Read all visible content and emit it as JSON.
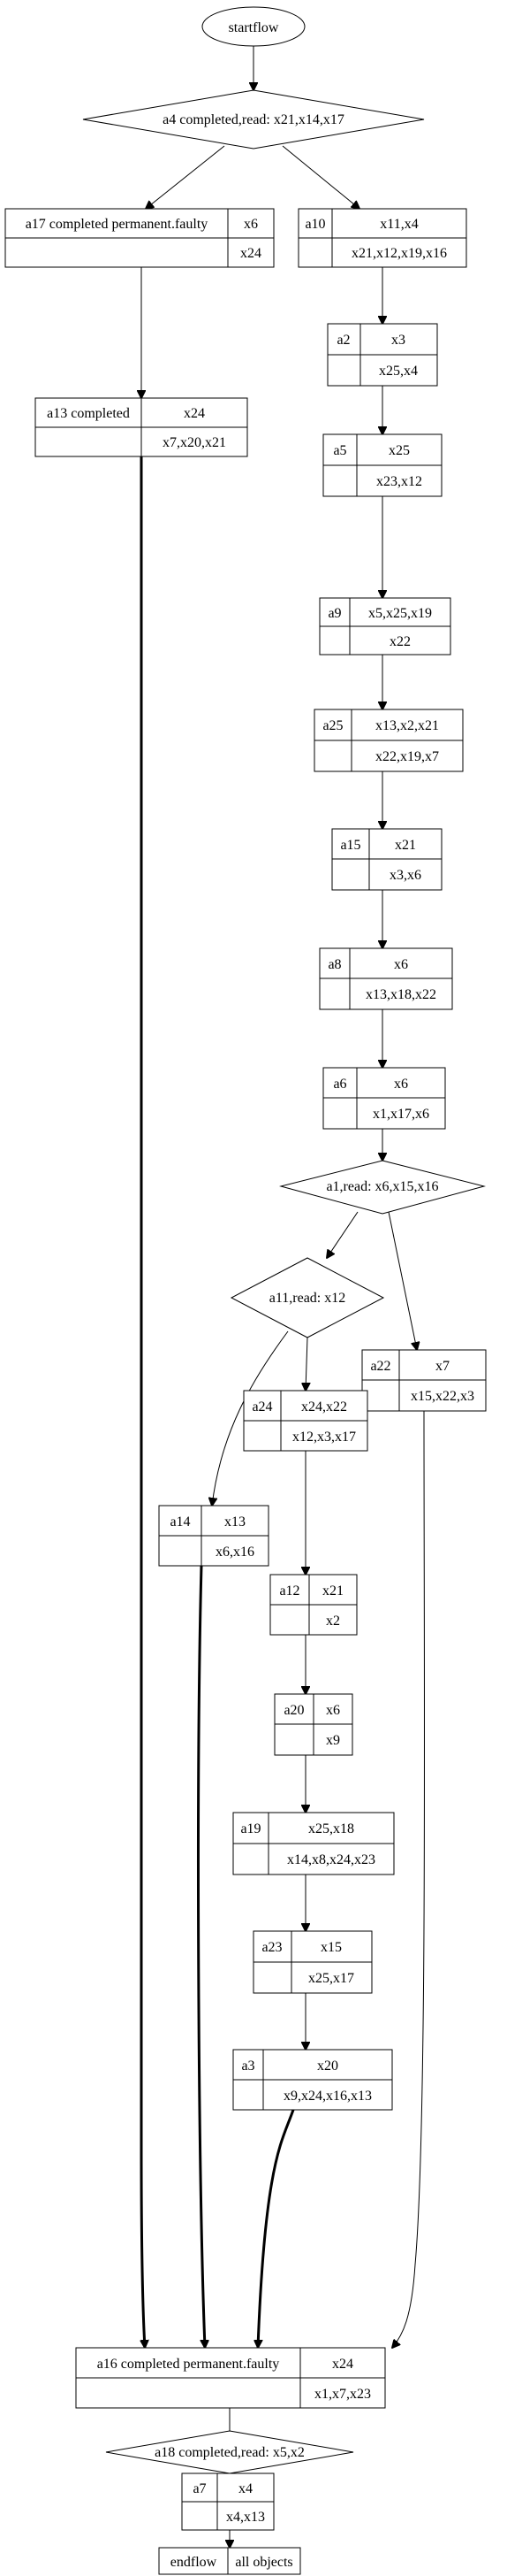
{
  "start": "startflow",
  "decisions": {
    "d_a4": "a4 completed,read: x21,x14,x17",
    "d_a1": "a1,read: x6,x15,x16",
    "d_a11": "a11,read: x12",
    "d_a18": "a18 completed,read: x5,x2"
  },
  "nodes": {
    "a17": {
      "label": "a17 completed permanent.faulty",
      "top": "x6",
      "bottom": "x24"
    },
    "a10": {
      "label": "a10",
      "top": "x11,x4",
      "bottom": "x21,x12,x19,x16"
    },
    "a2": {
      "label": "a2",
      "top": "x3",
      "bottom": "x25,x4"
    },
    "a13": {
      "label": "a13 completed",
      "top": "x24",
      "bottom": "x7,x20,x21"
    },
    "a5": {
      "label": "a5",
      "top": "x25",
      "bottom": "x23,x12"
    },
    "a9": {
      "label": "a9",
      "top": "x5,x25,x19",
      "bottom": "x22"
    },
    "a25": {
      "label": "a25",
      "top": "x13,x2,x21",
      "bottom": "x22,x19,x7"
    },
    "a15": {
      "label": "a15",
      "top": "x21",
      "bottom": "x3,x6"
    },
    "a8": {
      "label": "a8",
      "top": "x6",
      "bottom": "x13,x18,x22"
    },
    "a6": {
      "label": "a6",
      "top": "x6",
      "bottom": "x1,x17,x6"
    },
    "a22": {
      "label": "a22",
      "top": "x7",
      "bottom": "x15,x22,x3"
    },
    "a24": {
      "label": "a24",
      "top": "x24,x22",
      "bottom": "x12,x3,x17"
    },
    "a14": {
      "label": "a14",
      "top": "x13",
      "bottom": "x6,x16"
    },
    "a12": {
      "label": "a12",
      "top": "x21",
      "bottom": "x2"
    },
    "a20": {
      "label": "a20",
      "top": "x6",
      "bottom": "x9"
    },
    "a19": {
      "label": "a19",
      "top": "x25,x18",
      "bottom": "x14,x8,x24,x23"
    },
    "a23": {
      "label": "a23",
      "top": "x15",
      "bottom": "x25,x17"
    },
    "a3": {
      "label": "a3",
      "top": "x20",
      "bottom": "x9,x24,x16,x13"
    },
    "a16": {
      "label": "a16 completed permanent.faulty",
      "top": "x24",
      "bottom": "x1,x7,x23"
    },
    "a7": {
      "label": "a7",
      "top": "x4",
      "bottom": "x4,x13"
    }
  },
  "end": {
    "label": "endflow",
    "value": "all objects"
  }
}
